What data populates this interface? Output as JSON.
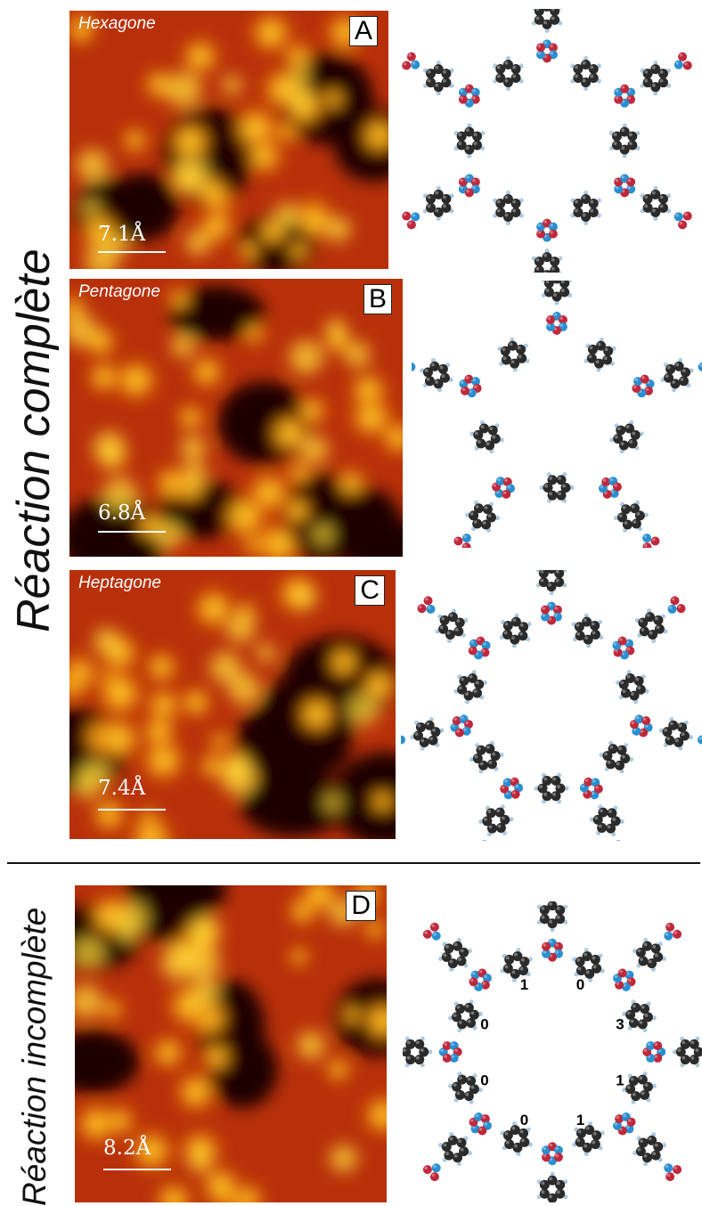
{
  "section_labels": {
    "complete": "Réaction complète",
    "incomplete": "Réaction incomplète"
  },
  "panels": [
    {
      "letter": "A",
      "name": "Hexagone",
      "scale": "7.1Å",
      "ring_size": 6
    },
    {
      "letter": "B",
      "name": "Pentagone",
      "scale": "6.8Å",
      "ring_size": 5
    },
    {
      "letter": "C",
      "name": "Heptagone",
      "scale": "7.4Å",
      "ring_size": 7
    },
    {
      "letter": "D",
      "name": "",
      "scale": "8.2Å",
      "ring_size": 8,
      "counts": [
        "0",
        "3",
        "1",
        "1",
        "0",
        "0",
        "0",
        "1"
      ]
    }
  ],
  "colors": {
    "carbon": "#2b2b2b",
    "nitrogen": "#2a8fd0",
    "oxygen": "#c0283c",
    "hydrogen": "#a8c6de",
    "stm_dark": "#1a0000",
    "stm_mid": "#c83a08",
    "stm_bright": "#ffe040"
  }
}
